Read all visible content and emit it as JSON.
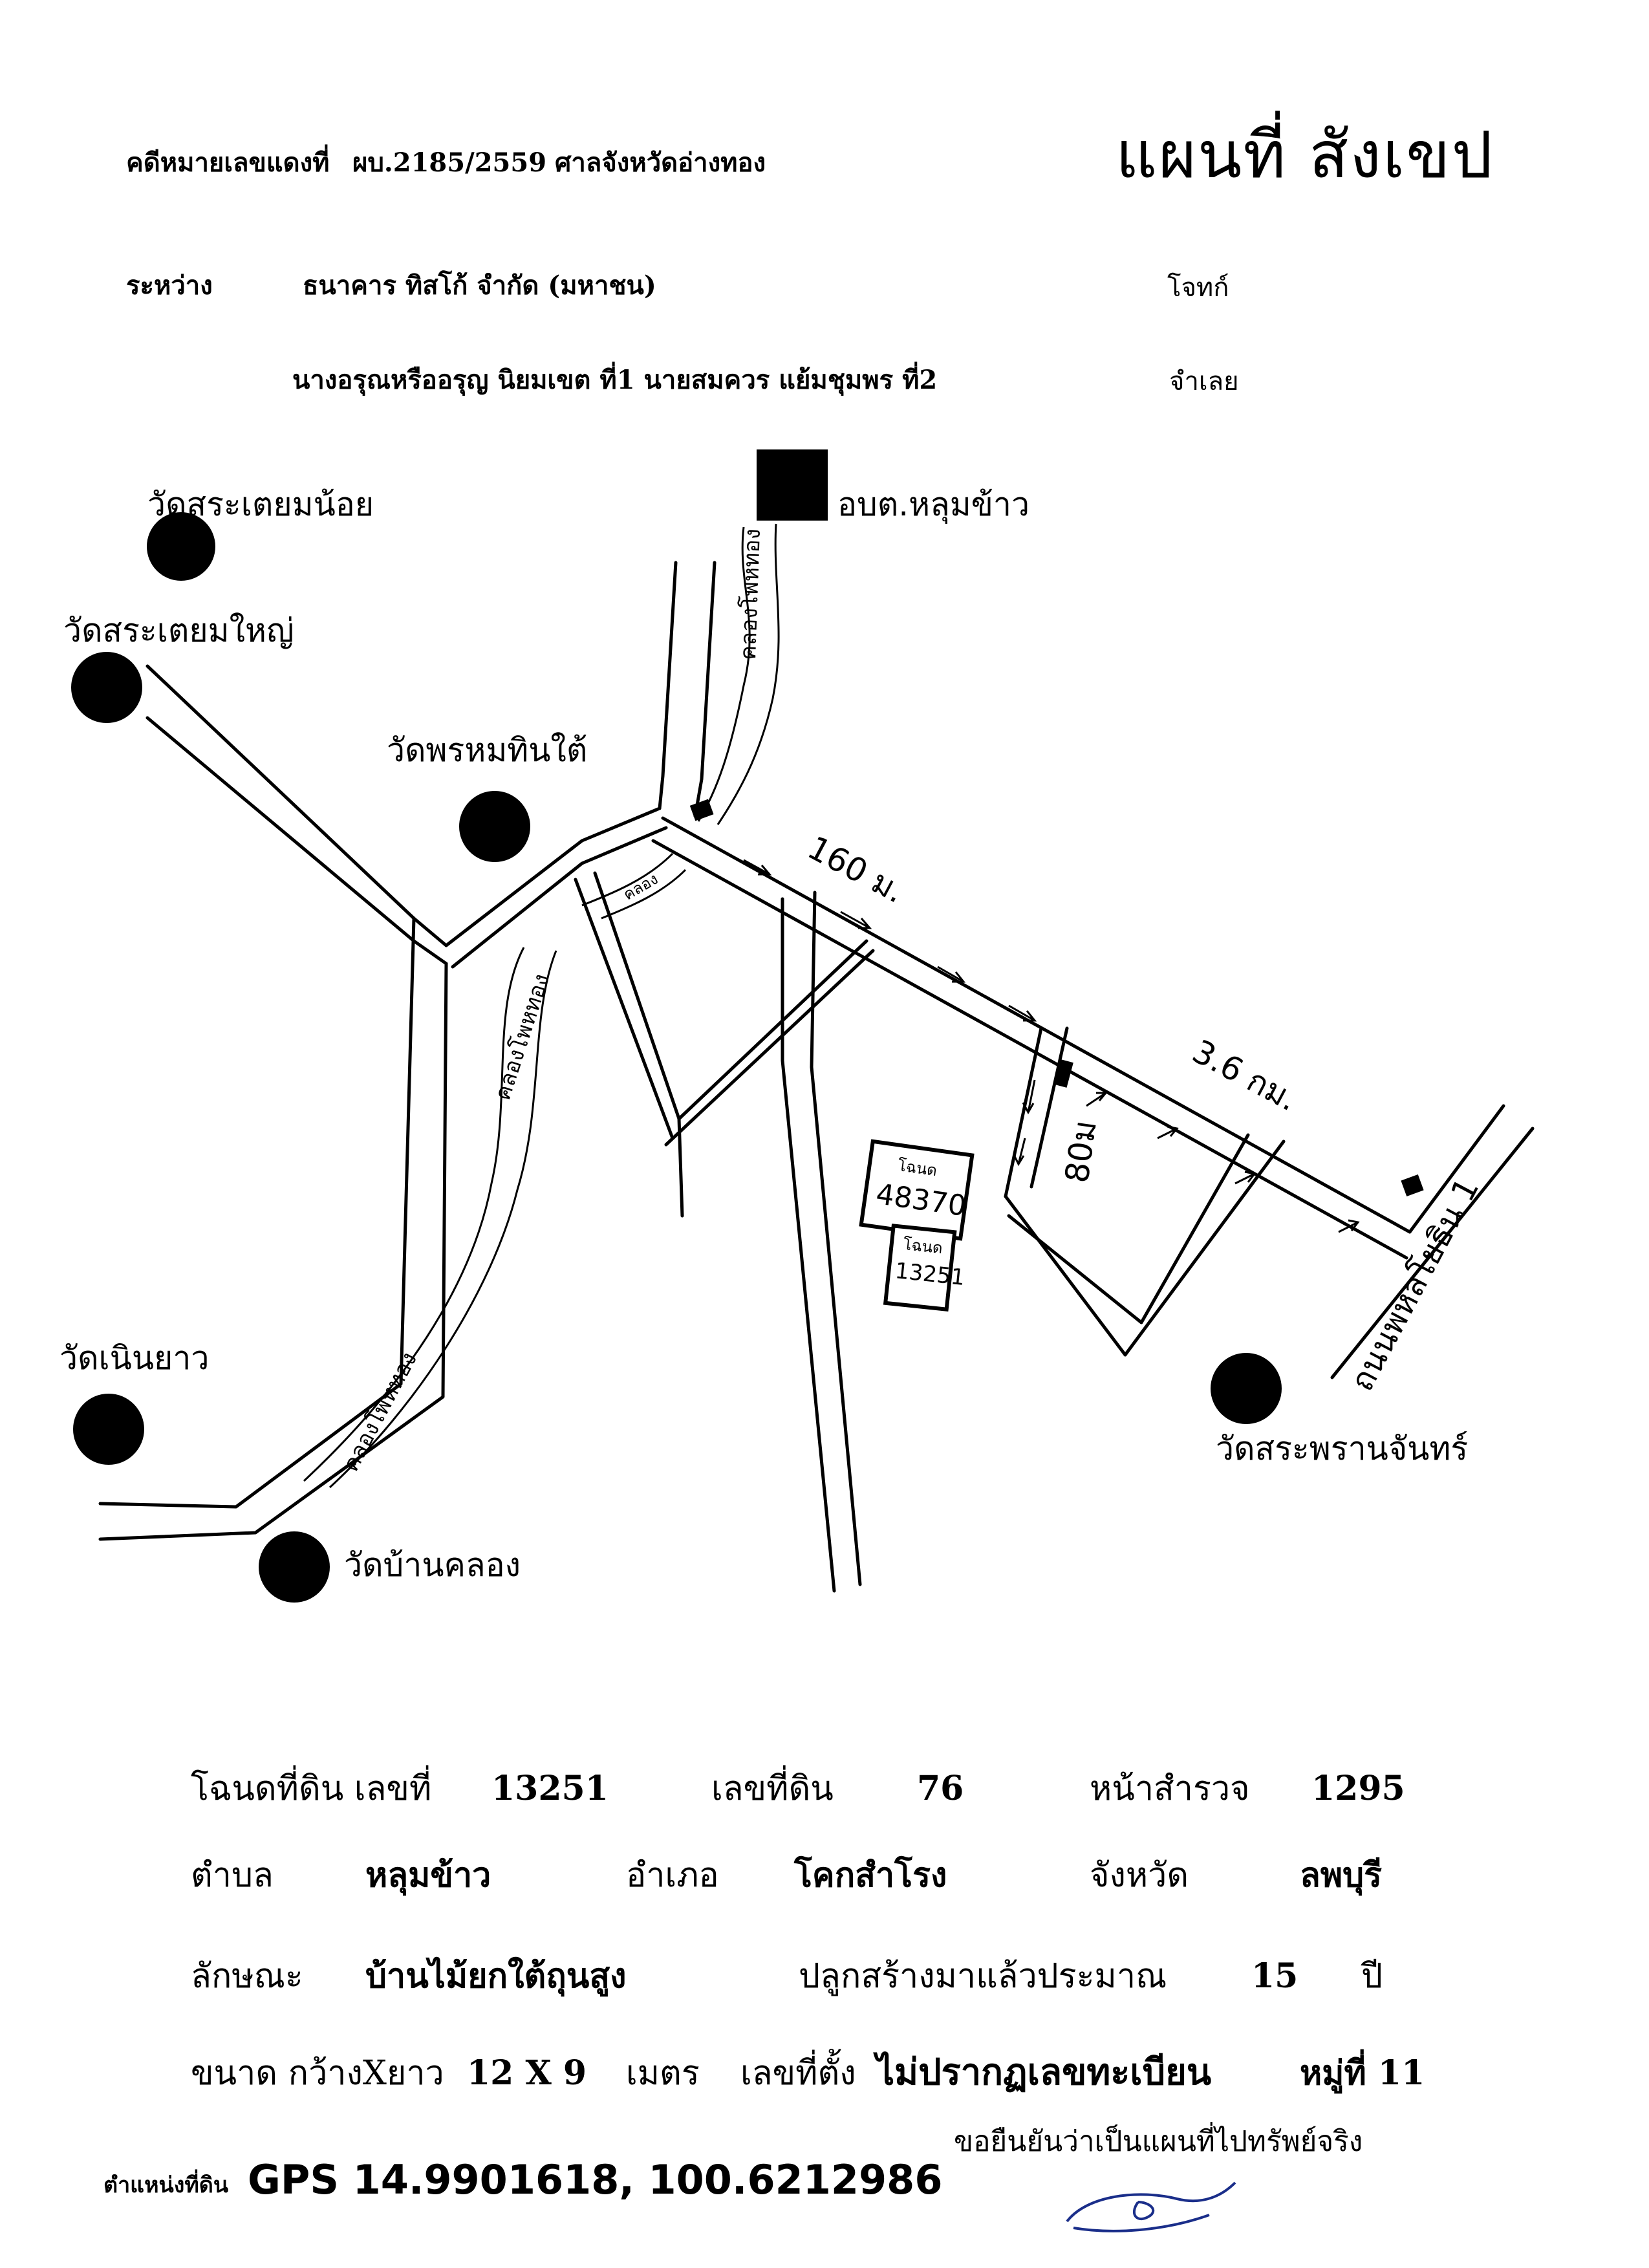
{
  "header": {
    "case_label": "คดีหมายเลขแดงที่",
    "case_number": "ผบ.2185/2559",
    "court": "ศาลจังหวัดอ่างทอง",
    "title": "แผนที่ สังเขป",
    "between_label": "ระหว่าง",
    "plaintiff": "ธนาคาร ทิสโก้ จำกัด (มหาชน)",
    "plaintiff_role": "โจทก์",
    "defendants": "นางอรุณหรืออรุญ นิยมเขต ที่1 นายสมควร แย้มชุมพร ที่2",
    "defendant_role": "จำเลย"
  },
  "map": {
    "landmarks": {
      "wat_sra_tiam_noi": "วัดสระเตยมน้อย",
      "wat_sra_tiam_yai": "วัดสระเตยมใหญ่",
      "wat_phrom_thin_tai": "วัดพรหมทินใต้",
      "obt_lum_khao": "อบต.หลุมข้าว",
      "wat_noen_yao": "วัดเนินยาว",
      "wat_ban_khlong": "วัดบ้านคลอง",
      "wat_sra_phra_chan": "วัดสระพรานจันทร์"
    },
    "canal_labels": {
      "canal_top": "คลองโพหทอง",
      "canal_small": "คลอง",
      "canal_mid": "คลองโพหทอง",
      "canal_bottom": "คลองโพหทอง"
    },
    "road_label": "ถนนพหลโยธิน 1",
    "distances": {
      "d1": "160 ม.",
      "d2": "3.6 กม.",
      "d3": "80ม"
    },
    "parcels": {
      "p1_label": "โฉนด",
      "p1_number": "48370",
      "p2_label": "โฉนด",
      "p2_number": "13251"
    }
  },
  "details": {
    "deed_label": "โฉนดที่ดิน เลขที่",
    "deed_value": "13251",
    "land_no_label": "เลขที่ดิน",
    "land_no_value": "76",
    "survey_label": "หน้าสำรวจ",
    "survey_value": "1295",
    "tambon_label": "ตำบล",
    "tambon_value": "หลุมข้าว",
    "amphoe_label": "อำเภอ",
    "amphoe_value": "โคกสำโรง",
    "province_label": "จังหวัด",
    "province_value": "ลพบุรี",
    "type_label": "ลักษณะ",
    "type_value": "บ้านไม้ยกใต้ถุนสูง",
    "built_label": "ปลูกสร้างมาแล้วประมาณ",
    "built_value": "15",
    "built_unit": "ปี",
    "size_label": "ขนาด กว้างXยาว",
    "size_value": "12 X 9",
    "size_unit": "เมตร",
    "address_label": "เลขที่ตั้ง",
    "address_value": "ไม่ปรากฏเลขทะเบียน",
    "moo_value": "หมู่ที่ 11"
  },
  "footer": {
    "confirm": "ขอยืนยันว่าเป็นแผนที่ไปทรัพย์จริง",
    "gps_label": "ตำแหน่งที่ดิน",
    "gps_value": "GPS 14.9901618, 100.6212986"
  }
}
